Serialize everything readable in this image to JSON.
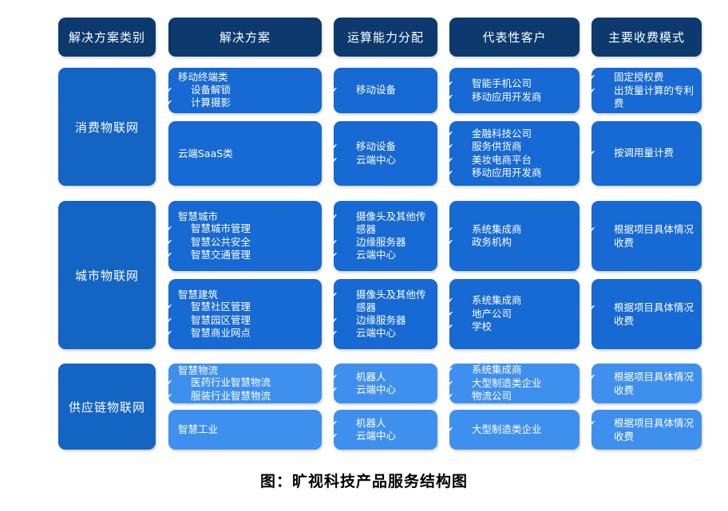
{
  "headers": [
    "解决方案类别",
    "解决方案",
    "运算能力分配",
    "代表性客户",
    "主要收费模式"
  ],
  "categories": [
    "消费物联网",
    "城市物联网",
    "供应链物联网"
  ],
  "rows": [
    {
      "solution": {
        "title": "移动终端类",
        "items": [
          "设备解锁",
          "计算摄影"
        ]
      },
      "compute": [
        "移动设备"
      ],
      "clients": [
        "智能手机公司",
        "移动应用开发商"
      ],
      "fees": [
        "固定授权费",
        "出货量计算的专利费"
      ]
    },
    {
      "solution": {
        "title": "云端SaaS类",
        "items": []
      },
      "compute": [
        "移动设备",
        "云端中心"
      ],
      "clients": [
        "金融科技公司",
        "服务供货商",
        "美妆电商平台",
        "移动应用开发商"
      ],
      "fees": [
        "按调用量计费"
      ]
    },
    {
      "solution": {
        "title": "智慧城市",
        "items": [
          "智慧城市管理",
          "智慧公共安全",
          "智慧交通管理"
        ]
      },
      "compute": [
        "摄像头及其他传感器",
        "边缘服务器",
        "云端中心"
      ],
      "clients": [
        "系统集成商",
        "政务机构"
      ],
      "fees": [
        "根据项目具体情况收费"
      ]
    },
    {
      "solution": {
        "title": "智慧建筑",
        "items": [
          "智慧社区管理",
          "智慧园区管理",
          "智慧商业网点"
        ]
      },
      "compute": [
        "摄像头及其他传感器",
        "边缘服务器",
        "云端中心"
      ],
      "clients": [
        "系统集成商",
        "地产公司",
        "学校"
      ],
      "fees": [
        "根据项目具体情况收费"
      ]
    },
    {
      "solution": {
        "title": "智慧物流",
        "items": [
          "医药行业智慧物流",
          "服装行业智慧物流"
        ]
      },
      "compute": [
        "机器人",
        "云端中心"
      ],
      "clients": [
        "系统集成商",
        "大型制造类企业",
        "物流公司"
      ],
      "fees": [
        "根据项目具体情况收费"
      ]
    },
    {
      "solution": {
        "title": "智慧工业",
        "items": []
      },
      "compute": [
        "机器人",
        "云端中心"
      ],
      "clients": [
        "大型制造类企业"
      ],
      "fees": [
        "根据项目具体情况收费"
      ]
    }
  ],
  "caption": "图：旷视科技产品服务结构图",
  "colors": {
    "header": "#0d3a6e",
    "category": "#1464c4",
    "group1": "#1769d3",
    "group3": "#3f90ee"
  }
}
